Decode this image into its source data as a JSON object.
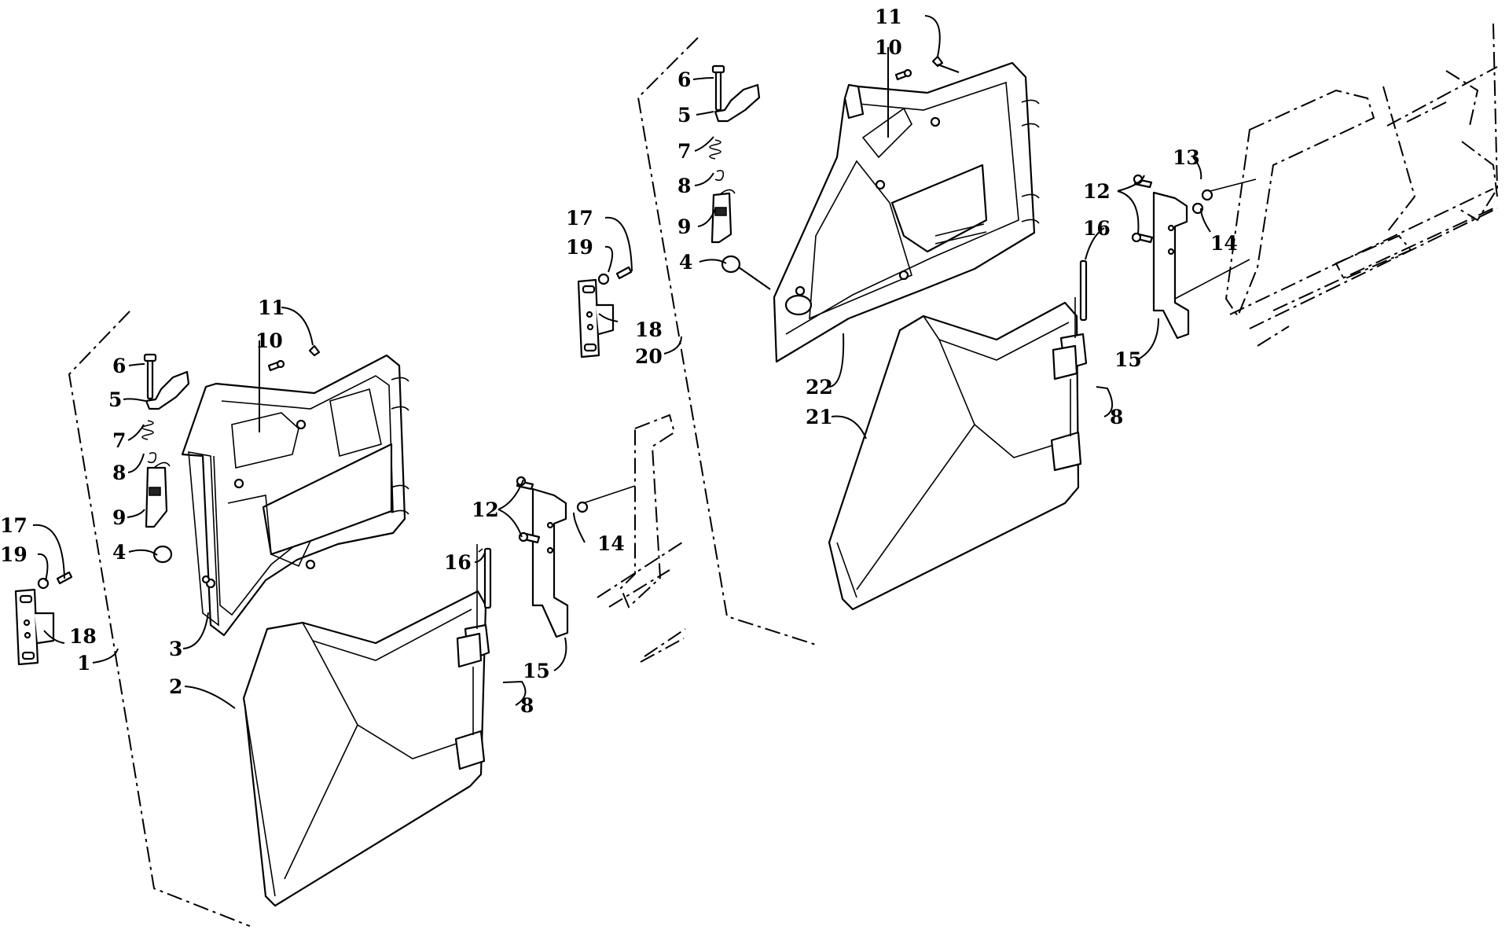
{
  "callouts": [
    {
      "id": "1",
      "label": "1"
    },
    {
      "id": "2",
      "label": "2"
    },
    {
      "id": "3",
      "label": "3"
    },
    {
      "id": "4a",
      "label": "4"
    },
    {
      "id": "5a",
      "label": "5"
    },
    {
      "id": "6a",
      "label": "6"
    },
    {
      "id": "7a",
      "label": "7"
    },
    {
      "id": "8a",
      "label": "8"
    },
    {
      "id": "9a",
      "label": "9"
    },
    {
      "id": "10a",
      "label": "10"
    },
    {
      "id": "11a",
      "label": "11"
    },
    {
      "id": "12a",
      "label": "12"
    },
    {
      "id": "14a",
      "label": "14"
    },
    {
      "id": "15a",
      "label": "15"
    },
    {
      "id": "16a",
      "label": "16"
    },
    {
      "id": "17a",
      "label": "17"
    },
    {
      "id": "18a",
      "label": "18"
    },
    {
      "id": "19a",
      "label": "19"
    },
    {
      "id": "8b",
      "label": "8"
    },
    {
      "id": "17b",
      "label": "17"
    },
    {
      "id": "19b",
      "label": "19"
    },
    {
      "id": "18b",
      "label": "18"
    },
    {
      "id": "20",
      "label": "20"
    },
    {
      "id": "6b",
      "label": "6"
    },
    {
      "id": "5b",
      "label": "5"
    },
    {
      "id": "7b",
      "label": "7"
    },
    {
      "id": "8c",
      "label": "8"
    },
    {
      "id": "9b",
      "label": "9"
    },
    {
      "id": "4b",
      "label": "4"
    },
    {
      "id": "11b",
      "label": "11"
    },
    {
      "id": "10b",
      "label": "10"
    },
    {
      "id": "13",
      "label": "13"
    },
    {
      "id": "12b",
      "label": "12"
    },
    {
      "id": "14b",
      "label": "14"
    },
    {
      "id": "16b",
      "label": "16"
    },
    {
      "id": "15b",
      "label": "15"
    },
    {
      "id": "22",
      "label": "22"
    },
    {
      "id": "21",
      "label": "21"
    },
    {
      "id": "8d",
      "label": "8"
    }
  ]
}
